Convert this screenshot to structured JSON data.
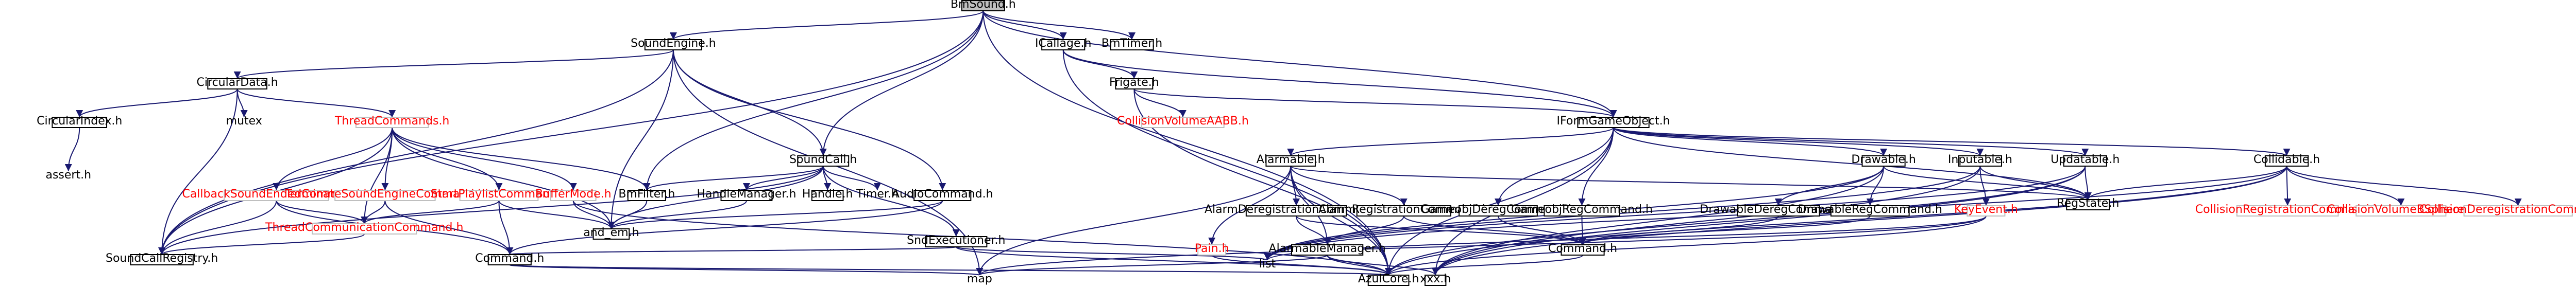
{
  "colors": {
    "edge": "#191970",
    "box_border": "#000000",
    "missing_border": "#bfbfbf",
    "red_text": "#ff0000",
    "root_fill": "#bfbfbf",
    "background": "#ffffff"
  },
  "nodes": [
    {
      "id": "bmsound",
      "label": "BmSound.h",
      "type": "root"
    },
    {
      "id": "soundengine",
      "label": "SoundEngine.h",
      "type": "file"
    },
    {
      "id": "icallage",
      "label": "ICallage.h",
      "type": "file"
    },
    {
      "id": "bmtimer",
      "label": "BmTimer.h",
      "type": "file"
    },
    {
      "id": "circulardata",
      "label": "CircularData.h",
      "type": "file"
    },
    {
      "id": "frigate",
      "label": "Frigate.h",
      "type": "file"
    },
    {
      "id": "mutex",
      "label": "mutex",
      "type": "system"
    },
    {
      "id": "circularindex",
      "label": "CircularIndex.h",
      "type": "file"
    },
    {
      "id": "threadcommands",
      "label": "ThreadCommands.h",
      "type": "red"
    },
    {
      "id": "collisionvolumeaabb",
      "label": "CollisionVolumeAABB.h",
      "type": "red"
    },
    {
      "id": "igameobject",
      "label": "IFormGameObject.h",
      "type": "file"
    },
    {
      "id": "soundcall",
      "label": "SoundCall.h",
      "type": "file"
    },
    {
      "id": "assert",
      "label": "assert.h",
      "type": "system"
    },
    {
      "id": "callbacksoundended",
      "label": "CallbackSoundEndedCommand.h",
      "type": "red"
    },
    {
      "id": "terminatesoundengine",
      "label": "TerminateSoundEngineCommand.h",
      "type": "red"
    },
    {
      "id": "startplaylist",
      "label": "StartPlaylistCommand.h",
      "type": "red"
    },
    {
      "id": "buffermode",
      "label": "BufferMode.h",
      "type": "red"
    },
    {
      "id": "bmfilter",
      "label": "BmFilter.h",
      "type": "file"
    },
    {
      "id": "handlemanager",
      "label": "HandleManager.h",
      "type": "file"
    },
    {
      "id": "handle",
      "label": "Handle.h",
      "type": "file"
    },
    {
      "id": "timer",
      "label": "Timer.h",
      "type": "system"
    },
    {
      "id": "audiocommand",
      "label": "AudioCommand.h",
      "type": "file"
    },
    {
      "id": "threadcommunication",
      "label": "ThreadCommunicationCommand.h",
      "type": "red"
    },
    {
      "id": "and_em",
      "label": "and_em.h",
      "type": "file"
    },
    {
      "id": "soundcallregistry",
      "label": "SoundCallRegistry.h",
      "type": "file"
    },
    {
      "id": "command",
      "label": "Command.h",
      "type": "file"
    },
    {
      "id": "sndexecutioner",
      "label": "SndExecutioner.h",
      "type": "file"
    },
    {
      "id": "map",
      "label": "map",
      "type": "system"
    },
    {
      "id": "list",
      "label": "list",
      "type": "system"
    },
    {
      "id": "azulcore",
      "label": "AzulCore.h",
      "type": "file"
    },
    {
      "id": "alarmable",
      "label": "Alarmable.h",
      "type": "file"
    },
    {
      "id": "alarmderegistration",
      "label": "AlarmDeregistrationCommand.h",
      "type": "file"
    },
    {
      "id": "alarmregistration",
      "label": "AlarmRegistrationCommand.h",
      "type": "file"
    },
    {
      "id": "pain",
      "label": "Pain.h",
      "type": "red"
    },
    {
      "id": "alarmablemanager",
      "label": "AlarmableManager.h",
      "type": "file"
    },
    {
      "id": "gameobjderegcommand",
      "label": "GameobjDeregCommand.h",
      "type": "file"
    },
    {
      "id": "gameobjregcommand",
      "label": "GameobjRegCommand.h",
      "type": "file"
    },
    {
      "id": "gamecommand",
      "label": "Command.h",
      "type": "file"
    },
    {
      "id": "drawable",
      "label": "Drawable.h",
      "type": "file"
    },
    {
      "id": "drawablederegcommand",
      "label": "DrawableDeregCommand.h",
      "type": "file"
    },
    {
      "id": "drawableregcommand",
      "label": "DrawableRegCommand.h",
      "type": "file"
    },
    {
      "id": "inputable",
      "label": "Inputable.h",
      "type": "file"
    },
    {
      "id": "keyevent",
      "label": "KeyEvent.h",
      "type": "red"
    },
    {
      "id": "updatable",
      "label": "Updatable.h",
      "type": "file"
    },
    {
      "id": "regstate",
      "label": "RegState.h",
      "type": "file"
    },
    {
      "id": "collidable",
      "label": "Collidable.h",
      "type": "file"
    },
    {
      "id": "collisionregistrationcommand",
      "label": "CollisionRegistrationCommand.h",
      "type": "red"
    },
    {
      "id": "collisionvolumebsphere",
      "label": "CollisionVolumeBSphere.h",
      "type": "red"
    },
    {
      "id": "collisionderegistrationcommand",
      "label": "CollisionDeregistrationCommand.h",
      "type": "red"
    },
    {
      "id": "xxx",
      "label": "xxx.h",
      "type": "file"
    }
  ],
  "edges": [
    [
      "bmsound",
      "soundengine"
    ],
    [
      "bmsound",
      "icallage"
    ],
    [
      "bmsound",
      "bmtimer"
    ],
    [
      "bmsound",
      "igameobject"
    ],
    [
      "bmsound",
      "soundcall"
    ],
    [
      "bmsound",
      "bmfilter"
    ],
    [
      "bmsound",
      "soundcallregistry"
    ],
    [
      "bmsound",
      "azulcore"
    ],
    [
      "soundengine",
      "circulardata"
    ],
    [
      "soundengine",
      "soundcall"
    ],
    [
      "soundengine",
      "audiocommand"
    ],
    [
      "soundengine",
      "and_em"
    ],
    [
      "soundengine",
      "soundcallregistry"
    ],
    [
      "soundengine",
      "map"
    ],
    [
      "circulardata",
      "mutex"
    ],
    [
      "circulardata",
      "circularindex"
    ],
    [
      "circulardata",
      "threadcommands"
    ],
    [
      "circulardata",
      "soundcallregistry"
    ],
    [
      "circularindex",
      "assert"
    ],
    [
      "threadcommands",
      "callbacksoundended"
    ],
    [
      "threadcommands",
      "terminatesoundengine"
    ],
    [
      "threadcommands",
      "startplaylist"
    ],
    [
      "threadcommands",
      "buffermode"
    ],
    [
      "threadcommands",
      "threadcommunication"
    ],
    [
      "threadcommands",
      "soundcallregistry"
    ],
    [
      "threadcommands",
      "bmfilter"
    ],
    [
      "threadcommands",
      "and_em"
    ],
    [
      "soundcall",
      "handlemanager"
    ],
    [
      "soundcall",
      "handle"
    ],
    [
      "soundcall",
      "timer"
    ],
    [
      "soundcall",
      "bmfilter"
    ],
    [
      "soundcall",
      "and_em"
    ],
    [
      "soundcall",
      "soundcallregistry"
    ],
    [
      "soundcall",
      "sndexecutioner"
    ],
    [
      "callbacksoundended",
      "threadcommunication"
    ],
    [
      "callbacksoundended",
      "soundcallregistry"
    ],
    [
      "callbacksoundended",
      "command"
    ],
    [
      "terminatesoundengine",
      "threadcommunication"
    ],
    [
      "terminatesoundengine",
      "command"
    ],
    [
      "startplaylist",
      "threadcommunication"
    ],
    [
      "startplaylist",
      "command"
    ],
    [
      "startplaylist",
      "and_em"
    ],
    [
      "buffermode",
      "and_em"
    ],
    [
      "buffermode",
      "azulcore"
    ],
    [
      "bmfilter",
      "and_em"
    ],
    [
      "handlemanager",
      "and_em"
    ],
    [
      "audiocommand",
      "command"
    ],
    [
      "audiocommand",
      "and_em"
    ],
    [
      "threadcommunication",
      "soundcallregistry"
    ],
    [
      "command",
      "map"
    ],
    [
      "command",
      "azulcore"
    ],
    [
      "sndexecutioner",
      "command"
    ],
    [
      "sndexecutioner",
      "list"
    ],
    [
      "sndexecutioner",
      "azulcore"
    ],
    [
      "icallage",
      "frigate"
    ],
    [
      "icallage",
      "igameobject"
    ],
    [
      "icallage",
      "azulcore"
    ],
    [
      "frigate",
      "collisionvolumeaabb"
    ],
    [
      "frigate",
      "igameobject"
    ],
    [
      "frigate",
      "azulcore"
    ],
    [
      "igameobject",
      "alarmable"
    ],
    [
      "igameobject",
      "gameobjregcommand"
    ],
    [
      "igameobject",
      "gameobjderegcommand"
    ],
    [
      "igameobject",
      "drawable"
    ],
    [
      "igameobject",
      "inputable"
    ],
    [
      "igameobject",
      "updatable"
    ],
    [
      "igameobject",
      "collidable"
    ],
    [
      "igameobject",
      "regstate"
    ],
    [
      "igameobject",
      "xxx"
    ],
    [
      "igameobject",
      "azulcore"
    ],
    [
      "alarmable",
      "alarmderegistration"
    ],
    [
      "alarmable",
      "alarmregistration"
    ],
    [
      "alarmable",
      "pain"
    ],
    [
      "alarmable",
      "alarmablemanager"
    ],
    [
      "alarmable",
      "regstate"
    ],
    [
      "alarmable",
      "map"
    ],
    [
      "alarmable",
      "azulcore"
    ],
    [
      "alarmderegistration",
      "gamecommand"
    ],
    [
      "alarmderegistration",
      "alarmablemanager"
    ],
    [
      "alarmregistration",
      "gamecommand"
    ],
    [
      "alarmregistration",
      "alarmablemanager"
    ],
    [
      "pain",
      "azulcore"
    ],
    [
      "alarmablemanager",
      "map"
    ],
    [
      "alarmablemanager",
      "azulcore"
    ],
    [
      "alarmablemanager",
      "xxx"
    ],
    [
      "gameobjderegcommand",
      "gamecommand"
    ],
    [
      "gameobjregcommand",
      "gamecommand"
    ],
    [
      "gamecommand",
      "azulcore"
    ],
    [
      "drawable",
      "drawablederegcommand"
    ],
    [
      "drawable",
      "drawableregcommand"
    ],
    [
      "drawable",
      "regstate"
    ],
    [
      "drawable",
      "list"
    ],
    [
      "drawable",
      "xxx"
    ],
    [
      "drawablederegcommand",
      "gamecommand"
    ],
    [
      "drawableregcommand",
      "gamecommand"
    ],
    [
      "inputable",
      "keyevent"
    ],
    [
      "inputable",
      "regstate"
    ],
    [
      "inputable",
      "list"
    ],
    [
      "inputable",
      "xxx"
    ],
    [
      "keyevent",
      "azulcore"
    ],
    [
      "keyevent",
      "list"
    ],
    [
      "keyevent",
      "map"
    ],
    [
      "updatable",
      "regstate"
    ],
    [
      "updatable",
      "list"
    ],
    [
      "updatable",
      "xxx"
    ],
    [
      "updatable",
      "azulcore"
    ],
    [
      "collidable",
      "collisionregistrationcommand"
    ],
    [
      "collidable",
      "collisionvolumebsphere"
    ],
    [
      "collidable",
      "collisionderegistrationcommand"
    ],
    [
      "collidable",
      "regstate"
    ],
    [
      "collidable",
      "list"
    ],
    [
      "collidable",
      "xxx"
    ],
    [
      "collidable",
      "azulcore"
    ]
  ]
}
